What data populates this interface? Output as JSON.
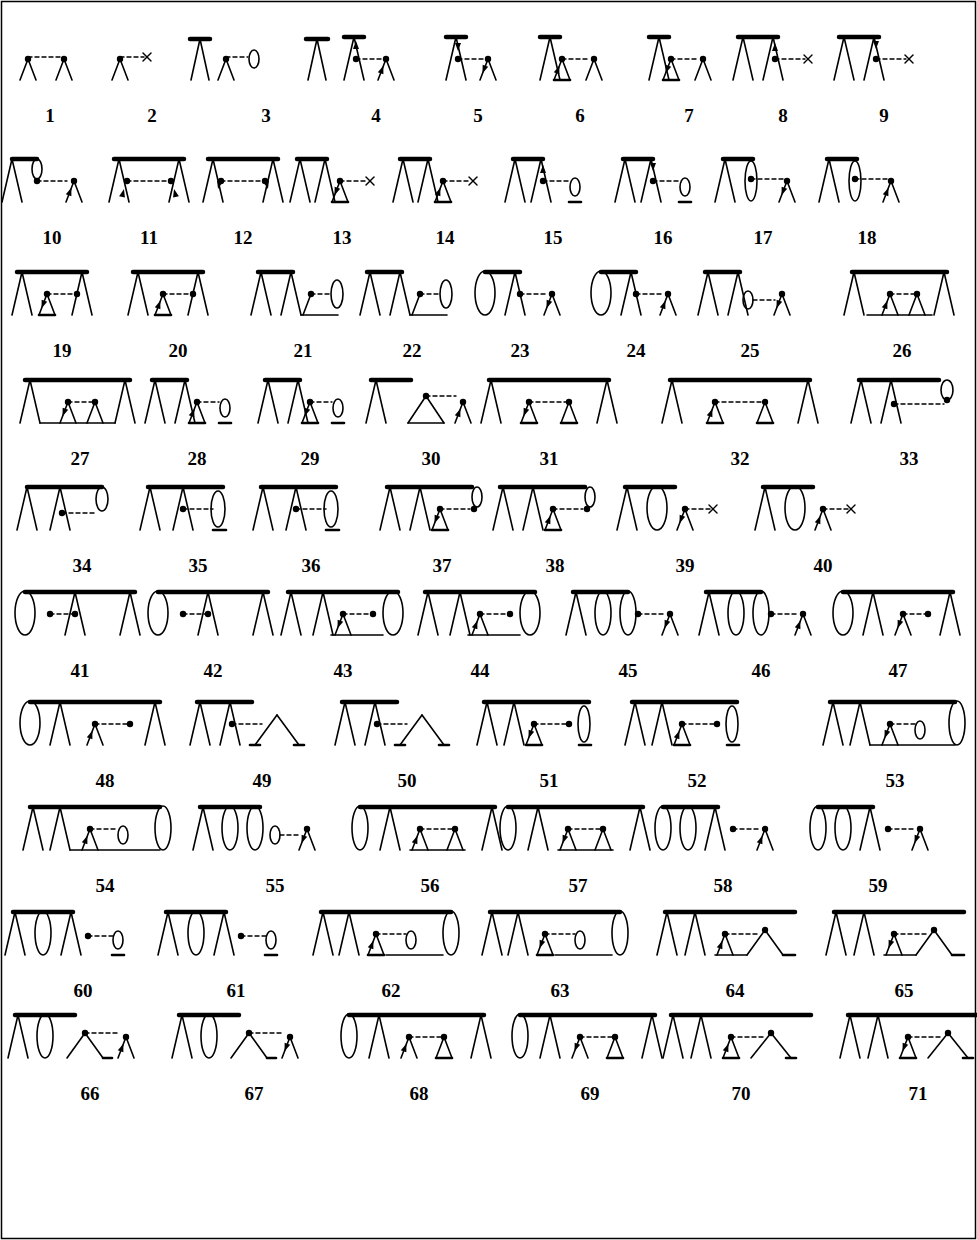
{
  "diagram": {
    "labels": [
      "1",
      "2",
      "3",
      "4",
      "5",
      "6",
      "7",
      "8",
      "9",
      "10",
      "11",
      "12",
      "13",
      "14",
      "15",
      "16",
      "17",
      "18",
      "19",
      "20",
      "21",
      "22",
      "23",
      "24",
      "25",
      "26",
      "27",
      "28",
      "29",
      "30",
      "31",
      "32",
      "33",
      "34",
      "35",
      "36",
      "37",
      "38",
      "39",
      "40",
      "41",
      "42",
      "43",
      "44",
      "45",
      "46",
      "47",
      "48",
      "49",
      "50",
      "51",
      "52",
      "53",
      "54",
      "55",
      "56",
      "57",
      "58",
      "59",
      "60",
      "61",
      "62",
      "63",
      "64",
      "65",
      "66",
      "67",
      "68",
      "69",
      "70",
      "71"
    ]
  }
}
